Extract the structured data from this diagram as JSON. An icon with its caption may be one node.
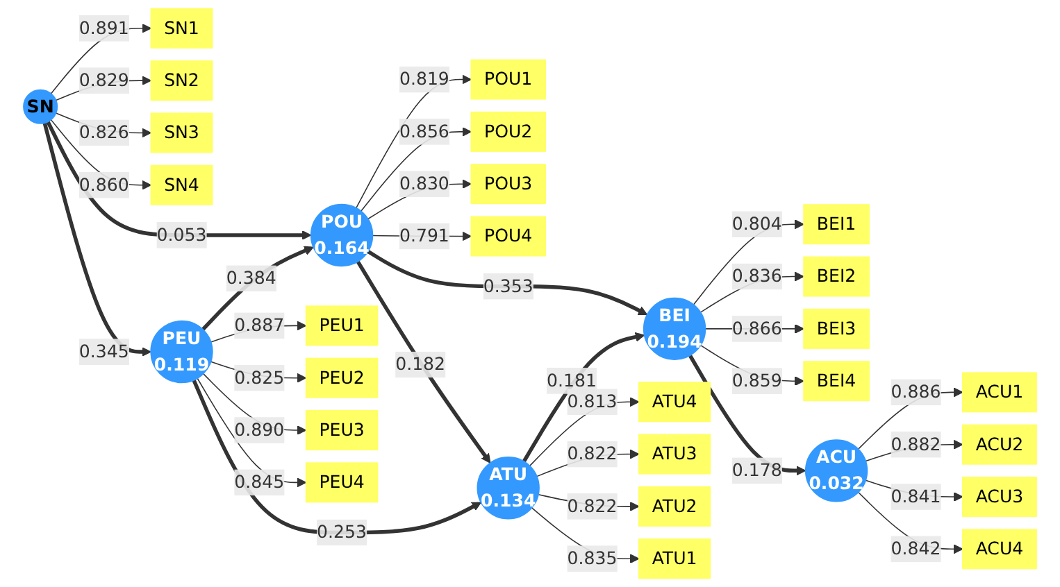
{
  "diagram": {
    "nodes": [
      {
        "text": [
          "SN1"
        ]
      },
      {
        "text": [
          "SN2"
        ]
      },
      {
        "text": [
          "SN3"
        ]
      },
      {
        "text": [
          "SN4"
        ]
      },
      {
        "text": [
          "POU1"
        ]
      },
      {
        "text": [
          "POU2"
        ]
      },
      {
        "text": [
          "POU3"
        ]
      },
      {
        "text": [
          "POU4"
        ]
      },
      {
        "text": [
          "BEI1"
        ]
      },
      {
        "text": [
          "BEI2"
        ]
      },
      {
        "text": [
          "BEI3"
        ]
      },
      {
        "text": [
          "BEI4"
        ]
      },
      {
        "text": [
          "SN"
        ]
      },
      {
        "text": [
          "POU",
          "0.164"
        ]
      },
      {
        "text": [
          "BEI",
          "0.194"
        ]
      },
      {
        "text": [
          "PEU1"
        ]
      },
      {
        "text": [
          "PEU2"
        ]
      },
      {
        "text": [
          "PEU3"
        ]
      },
      {
        "text": [
          "PEU4"
        ]
      },
      {
        "text": [
          "PEU",
          "0.119"
        ]
      },
      {
        "text": [
          "ATU",
          "0.134"
        ]
      },
      {
        "text": [
          "ACU",
          "0.032"
        ]
      },
      {
        "text": [
          "ACU1"
        ]
      },
      {
        "text": [
          "ACU2"
        ]
      },
      {
        "text": [
          "ACU3"
        ]
      },
      {
        "text": [
          "ACU4"
        ]
      },
      {
        "text": [
          "ATU4"
        ]
      },
      {
        "text": [
          "ATU3"
        ]
      },
      {
        "text": [
          "ATU2"
        ]
      },
      {
        "text": [
          "ATU1"
        ]
      }
    ],
    "edges": [
      {
        "from": 12,
        "to": 0,
        "arrow": "to",
        "label": "0.891"
      },
      {
        "from": 12,
        "to": 1,
        "arrow": "to",
        "label": "0.829"
      },
      {
        "from": 12,
        "to": 2,
        "arrow": "to",
        "label": "0.826"
      },
      {
        "from": 12,
        "to": 3,
        "arrow": "to",
        "label": "0.860"
      },
      {
        "from": 13,
        "to": 4,
        "arrow": "to",
        "label": "0.819"
      },
      {
        "from": 13,
        "to": 5,
        "arrow": "to",
        "label": "0.856"
      },
      {
        "from": 13,
        "to": 6,
        "arrow": "to",
        "label": "0.830"
      },
      {
        "from": 13,
        "to": 7,
        "arrow": "to",
        "label": "0.791"
      },
      {
        "from": 14,
        "to": 8,
        "arrow": "to",
        "label": "0.804"
      },
      {
        "from": 14,
        "to": 9,
        "arrow": "to",
        "label": "0.836"
      },
      {
        "from": 14,
        "to": 10,
        "arrow": "to",
        "label": "0.866"
      },
      {
        "from": 14,
        "to": 11,
        "arrow": "to",
        "label": "0.859"
      },
      {
        "from": 12,
        "to": 13,
        "arrow": "to",
        "label": "0.053",
        "style": "thick"
      },
      {
        "from": 13,
        "to": 14,
        "arrow": "to",
        "label": "0.353",
        "style": "thick"
      },
      {
        "from": 12,
        "to": 19,
        "arrow": "to",
        "label": "0.345",
        "style": "thick"
      },
      {
        "from": 19,
        "to": 13,
        "arrow": "to",
        "label": "0.384",
        "style": "thick"
      },
      {
        "from": 13,
        "to": 20,
        "arrow": "to",
        "label": "0.182",
        "style": "thick"
      },
      {
        "from": 20,
        "to": 14,
        "arrow": "to",
        "label": "0.181",
        "style": "thick"
      },
      {
        "from": 14,
        "to": 21,
        "arrow": "to",
        "label": "0.178",
        "style": "thick"
      },
      {
        "from": 19,
        "to": 15,
        "arrow": "to",
        "label": "0.887"
      },
      {
        "from": 19,
        "to": 16,
        "arrow": "to",
        "label": "0.825"
      },
      {
        "from": 19,
        "to": 17,
        "arrow": "to",
        "label": "0.890"
      },
      {
        "from": 19,
        "to": 18,
        "arrow": "to",
        "label": "0.845"
      },
      {
        "from": 19,
        "to": 20,
        "arrow": "to",
        "label": "0.253",
        "style": "thick"
      },
      {
        "from": 21,
        "to": 22,
        "arrow": "to",
        "label": "0.886"
      },
      {
        "from": 21,
        "to": 23,
        "arrow": "to",
        "label": "0.882"
      },
      {
        "from": 21,
        "to": 24,
        "arrow": "to",
        "label": "0.841"
      },
      {
        "from": 21,
        "to": 25,
        "arrow": "to",
        "label": "0.842"
      },
      {
        "from": 20,
        "to": 26,
        "arrow": "to",
        "label": "0.813"
      },
      {
        "from": 20,
        "to": 27,
        "arrow": "to",
        "label": "0.822"
      },
      {
        "from": 20,
        "to": 28,
        "arrow": "to",
        "label": "0.822"
      },
      {
        "from": 20,
        "to": 29,
        "arrow": "to",
        "label": "0.835"
      }
    ]
  }
}
